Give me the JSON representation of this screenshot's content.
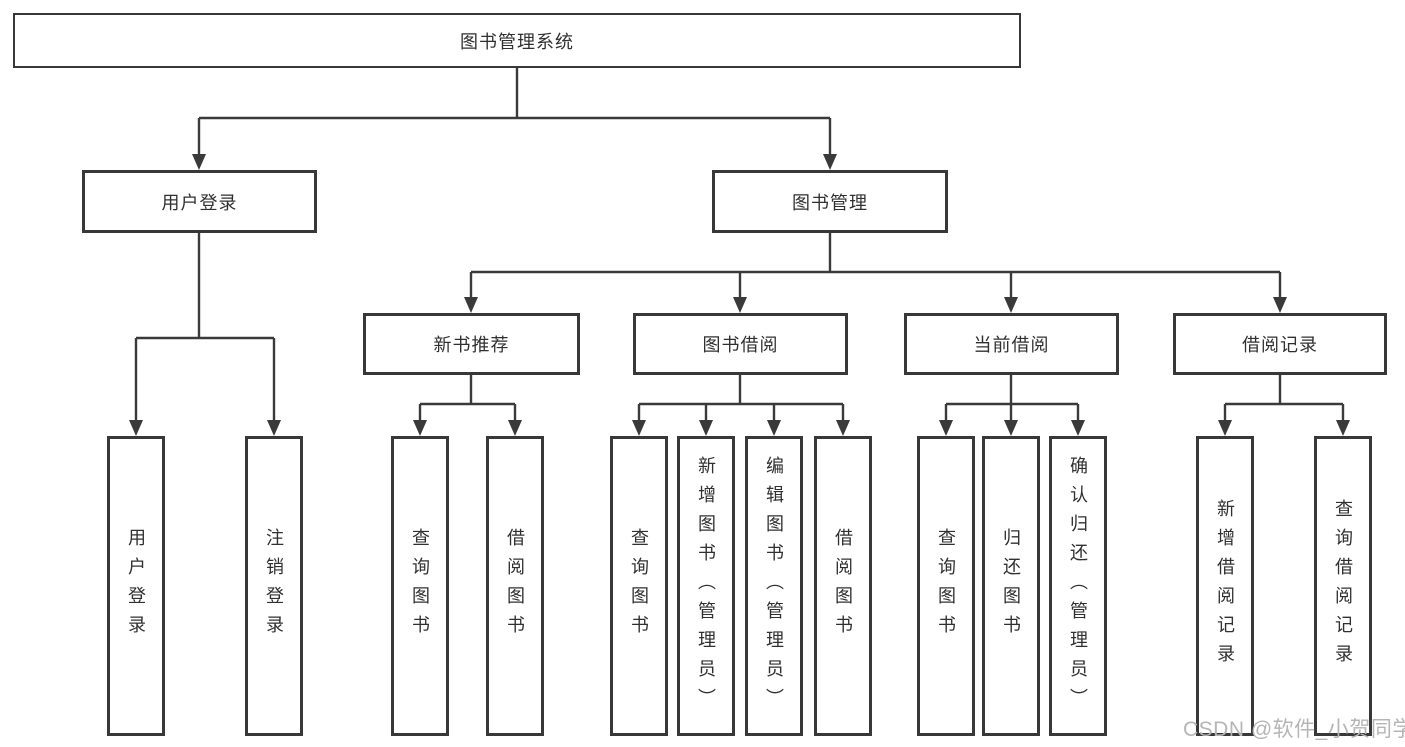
{
  "tree": {
    "label": "图书管理系统",
    "children": [
      {
        "label": "用户登录",
        "children": [
          {
            "label": "用户登录"
          },
          {
            "label": "注销登录"
          }
        ]
      },
      {
        "label": "图书管理",
        "children": [
          {
            "label": "新书推荐",
            "children": [
              {
                "label": "查询图书"
              },
              {
                "label": "借阅图书"
              }
            ]
          },
          {
            "label": "图书借阅",
            "children": [
              {
                "label": "查询图书"
              },
              {
                "label": "新增图书（管理员）"
              },
              {
                "label": "编辑图书（管理员）"
              },
              {
                "label": "借阅图书"
              }
            ]
          },
          {
            "label": "当前借阅",
            "children": [
              {
                "label": "查询图书"
              },
              {
                "label": "归还图书"
              },
              {
                "label": "确认归还（管理员）"
              }
            ]
          },
          {
            "label": "借阅记录",
            "children": [
              {
                "label": "新增借阅记录"
              },
              {
                "label": "查询借阅记录"
              }
            ]
          }
        ]
      }
    ]
  },
  "watermark": {
    "text": "CSDN @软件_小贺同学"
  },
  "colors": {
    "line": "#3a3a3a",
    "box_border": "#383838",
    "text": "#303030",
    "watermark": "#b5b5b5",
    "background": "#ffffff"
  }
}
